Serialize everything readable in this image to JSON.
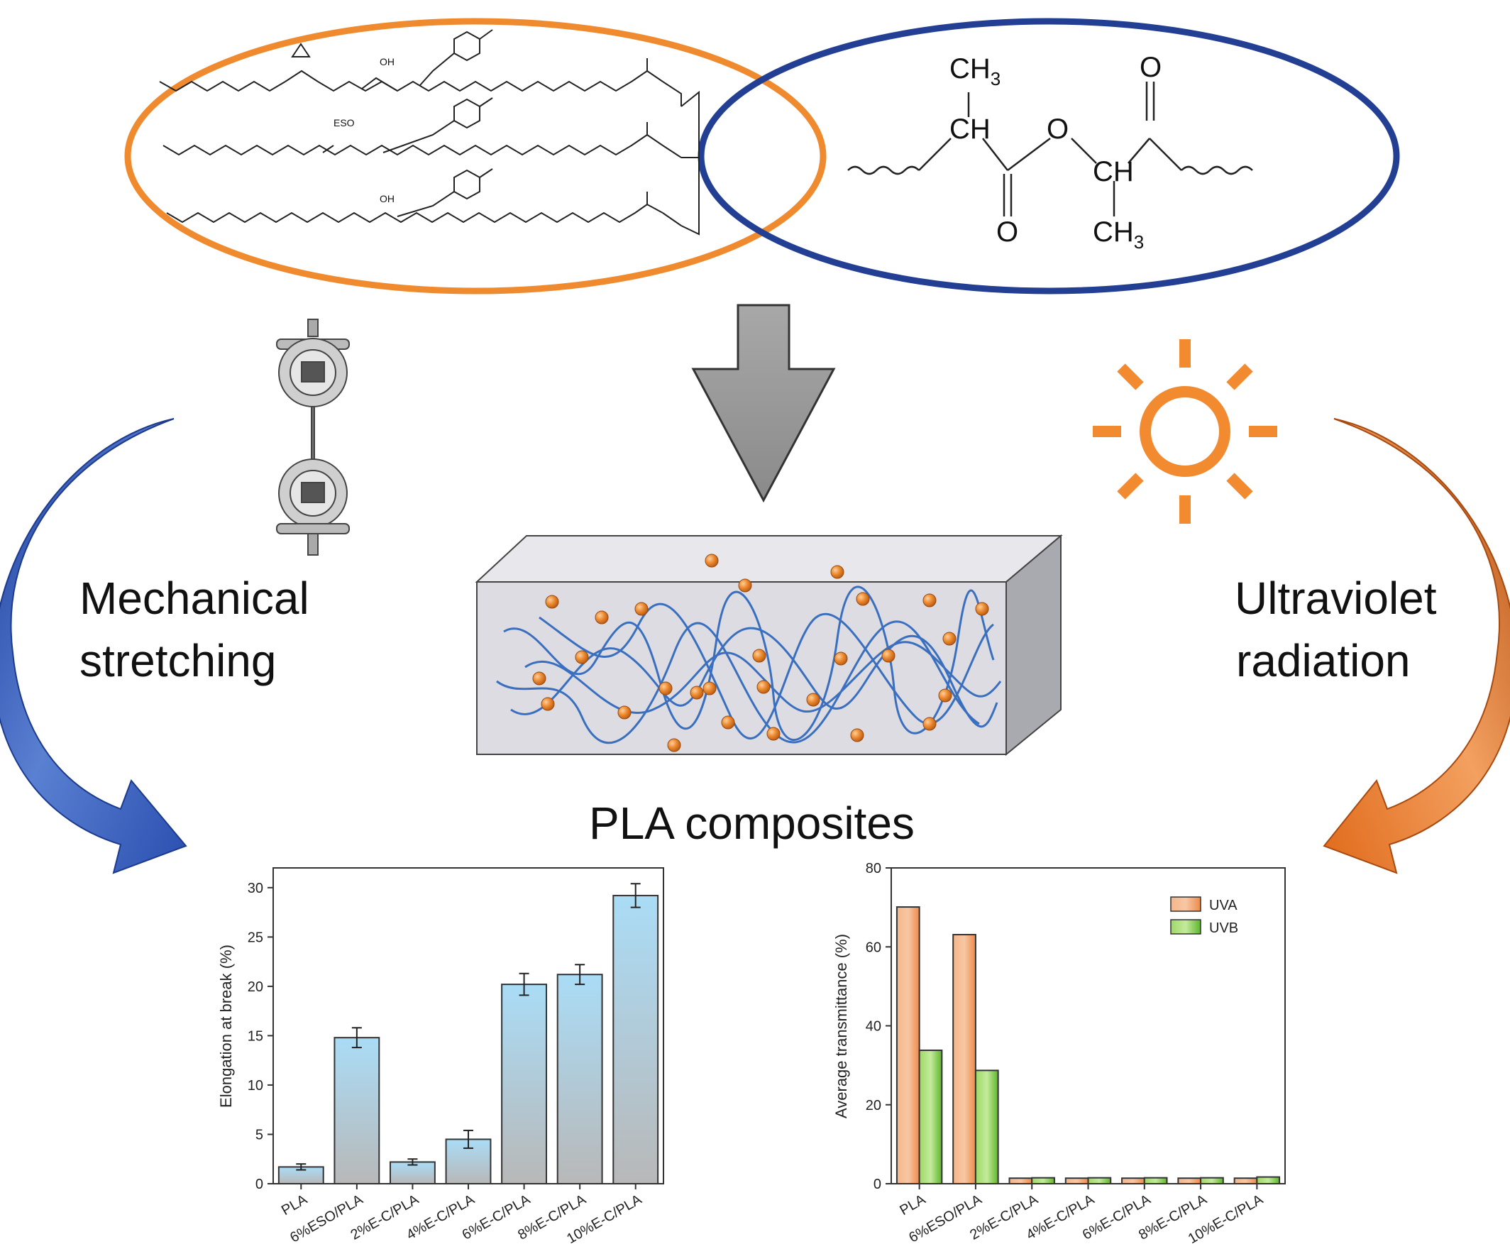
{
  "chemistry": {
    "pla_unit": {
      "ch3_top": "CH3",
      "ch_left": "CH",
      "o_bridge": "O",
      "o_top": "O",
      "o_bottom": "O",
      "ch_right": "CH",
      "ch3_bottom": "CH3"
    },
    "ec_structure": {
      "oh_1": "OH",
      "oh_2": "OH",
      "eso": "ESO"
    }
  },
  "labels": {
    "left_line1": "Mechanical",
    "left_line2": "stretching",
    "right_line1": "Ultraviolet",
    "right_line2": "radiation",
    "center": "PLA composites"
  },
  "colors": {
    "orange_ring": "#f08a2e",
    "blue_ring": "#233f94",
    "blue_arrow": "#2f55b8",
    "orange_arrow": "#e06a1a",
    "sun": "#f28a30",
    "gray_arrow": "#9a9a9a",
    "particle": "#e6802a",
    "chain": "#3a6fc0"
  },
  "chart_data": [
    {
      "type": "bar",
      "ylabel": "Elongation at break (%)",
      "xlabel": "",
      "ylim": [
        0,
        32
      ],
      "yticks": [
        0,
        5,
        10,
        15,
        20,
        25,
        30
      ],
      "categories": [
        "PLA",
        "6%ESO/PLA",
        "2%E-C/PLA",
        "4%E-C/PLA",
        "6%E-C/PLA",
        "8%E-C/PLA",
        "10%E-C/PLA"
      ],
      "values": [
        1.7,
        14.8,
        2.2,
        4.5,
        20.2,
        21.2,
        29.2
      ],
      "errors": [
        0.3,
        1.0,
        0.3,
        0.9,
        1.1,
        1.0,
        1.2
      ],
      "grid": false,
      "bar_gradient": [
        "#aadcf6",
        "#b8b8b8"
      ]
    },
    {
      "type": "bar",
      "ylabel": "Average transmittance (%)",
      "xlabel": "",
      "ylim": [
        0,
        80
      ],
      "yticks": [
        0,
        20,
        40,
        60,
        80
      ],
      "categories": [
        "PLA",
        "6%ESO/PLA",
        "2%E-C/PLA",
        "4%E-C/PLA",
        "6%E-C/PLA",
        "8%E-C/PLA",
        "10%E-C/PLA"
      ],
      "series": [
        {
          "name": "UVA",
          "values": [
            70.1,
            63.1,
            1.4,
            1.4,
            1.4,
            1.4,
            1.4
          ],
          "color": "#f2945a"
        },
        {
          "name": "UVB",
          "values": [
            33.8,
            28.7,
            1.5,
            1.5,
            1.5,
            1.5,
            1.7
          ],
          "color": "#7ecb3f"
        }
      ],
      "legend": "top-right",
      "grid": false
    }
  ]
}
